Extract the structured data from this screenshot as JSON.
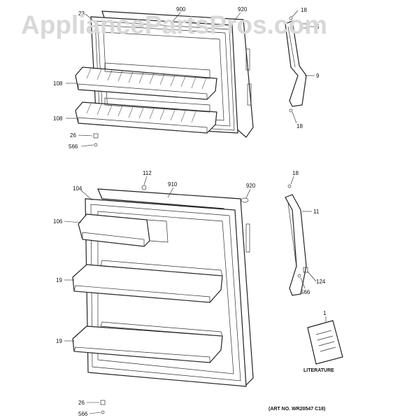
{
  "watermark": "AppliancePartsPros.com",
  "callouts": {
    "c23": "23",
    "c900": "900",
    "c920a": "920",
    "c18a": "18",
    "c5": "5",
    "c9": "9",
    "c18b": "18",
    "c108a": "108",
    "c108b": "108",
    "c26a": "26",
    "c566a": "566",
    "c112": "112",
    "c910": "910",
    "c920b": "920",
    "c18c": "18",
    "c104": "104",
    "c106": "106",
    "c11": "11",
    "c19a": "19",
    "c124": "124",
    "c566b": "566",
    "c19b": "19",
    "c1": "1",
    "c26b": "26",
    "c566c": "566"
  },
  "literature_label": "LITERATURE",
  "art_number": "(ART NO. WR20547 C18)"
}
